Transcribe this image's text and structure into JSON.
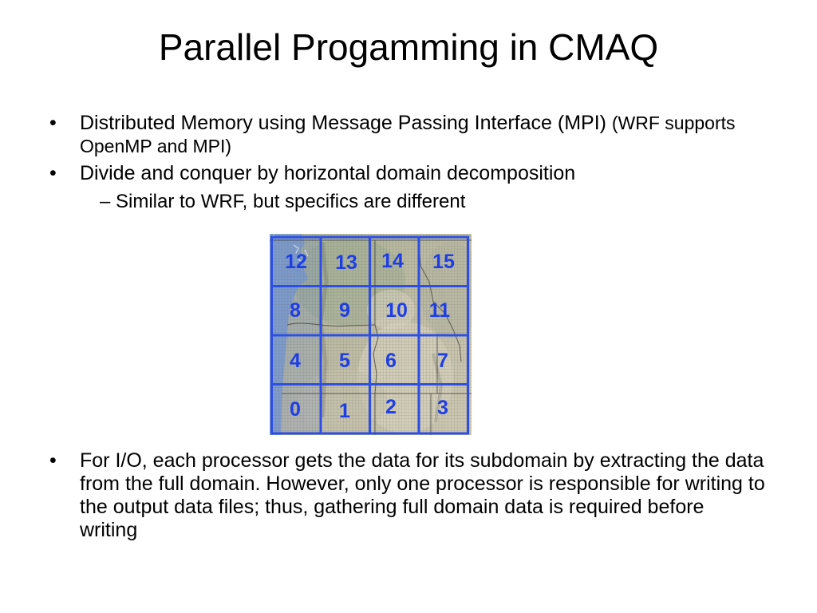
{
  "title": "Parallel Progamming in CMAQ",
  "markers": {
    "bullet": "•",
    "sub": "–"
  },
  "bullet_1": {
    "text": "Distributed Memory using Message Passing Interface (MPI)",
    "note_lines": [
      "(WRF supports",
      "OpenMP and MPI)"
    ]
  },
  "bullet_2": {
    "text": "Divide and conquer by horizontal domain decomposition",
    "sub_bullets": [
      "Similar to WRF, but specifics are different"
    ]
  },
  "diagram": {
    "processor_rows": [
      [
        12,
        13,
        14,
        15
      ],
      [
        8,
        9,
        10,
        11
      ],
      [
        4,
        5,
        6,
        7
      ],
      [
        0,
        1,
        2,
        3
      ]
    ]
  },
  "bullet_3": {
    "lines": [
      "For I/O, each processor gets the data for its subdomain by extracting the data",
      "from the full domain. However, only one processor is responsible for writing to",
      "the output data files; thus, gathering full domain data is required before",
      "writing"
    ]
  },
  "colors": {
    "background": "#ffffff",
    "text": "#000000",
    "subdomain_grid": "#2e4fe4",
    "processor_labels": "#1e3ee3",
    "ocean": "#7fa0cf"
  }
}
